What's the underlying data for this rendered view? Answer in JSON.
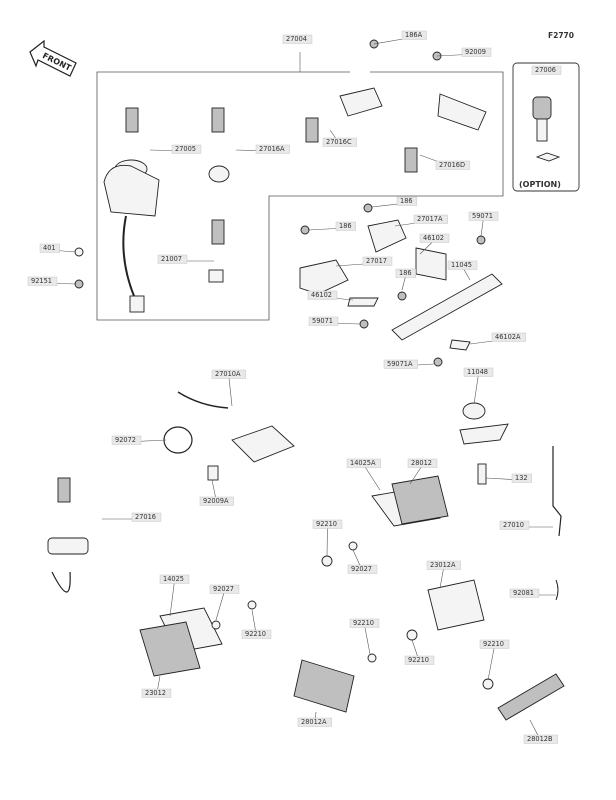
{
  "figure_code": "F2770",
  "front_label": "FRONT",
  "option_label": "(OPTION)",
  "parts": {
    "p27004": "27004",
    "p186A": "186A",
    "p92009": "92009",
    "p27006": "27006",
    "p27005": "27005",
    "p27016A": "27016A",
    "p27016C": "27016C",
    "p27016D": "27016D",
    "p401": "401",
    "p92151": "92151",
    "p21007": "21007",
    "p186_top": "186",
    "p186_left": "186",
    "p186_mid": "186",
    "p27017A": "27017A",
    "p59071_top": "59071",
    "p46102_top": "46102",
    "p11045": "11045",
    "p27017": "27017",
    "p46102_left": "46102",
    "p59071_left": "59071",
    "p46102A": "46102A",
    "p59071A": "59071A",
    "p11048": "11048",
    "p27010A": "27010A",
    "p92072": "92072",
    "p92009A": "92009A",
    "p132": "132",
    "p14025A": "14025A",
    "p28012": "28012",
    "p27016": "27016",
    "p92210_a": "92210",
    "p92027_a": "92027",
    "p27010": "27010",
    "p23012A": "23012A",
    "p92081": "92081",
    "p14025": "14025",
    "p92027_b": "92027",
    "p92210_b": "92210",
    "p92210_c": "92210",
    "p92210_d": "92210",
    "p92210_e": "92210",
    "p23012": "23012",
    "p28012A": "28012A",
    "p28012B": "28012B"
  }
}
